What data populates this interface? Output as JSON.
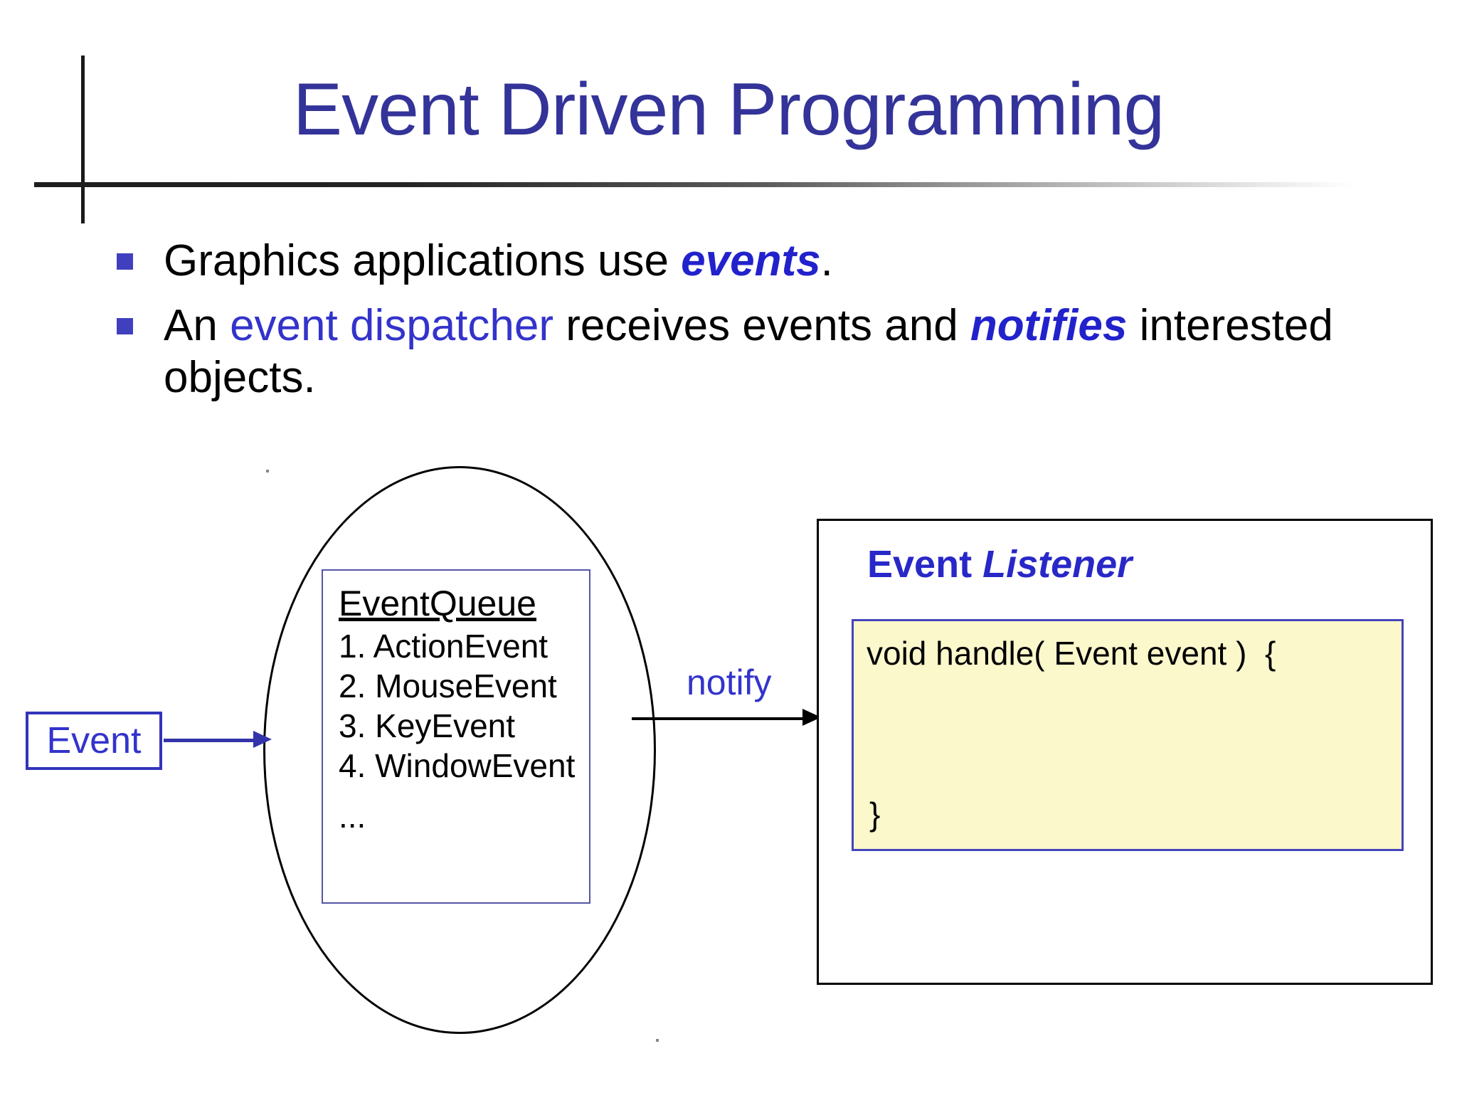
{
  "slide": {
    "title": "Event Driven Programming",
    "title_color": "#333399",
    "accent_blue": "#3333cc",
    "bullet_marker_color": "#4040bf",
    "code_box_fill": "#fbf8cc"
  },
  "bullets": [
    {
      "marker": "square-bullet-icon",
      "segments": [
        {
          "text": "Graphics applications use ",
          "style": "plain"
        },
        {
          "text": "events",
          "style": "blue-bold-italic"
        },
        {
          "text": ".",
          "style": "plain"
        }
      ],
      "plain_text": "Graphics applications use events."
    },
    {
      "marker": "square-bullet-icon",
      "segments": [
        {
          "text": "An ",
          "style": "plain"
        },
        {
          "text": "event dispatcher",
          "style": "blue"
        },
        {
          "text": " receives events and ",
          "style": "plain"
        },
        {
          "text": "notifies",
          "style": "blue-bold-italic"
        },
        {
          "text": " interested objects.",
          "style": "plain"
        }
      ],
      "plain_text": "An event dispatcher receives events and notifies interested objects."
    }
  ],
  "diagram": {
    "event_box": {
      "label": "Event",
      "text_color": "#3333cc",
      "border_color": "#3333bb"
    },
    "event_arrow": {
      "name": "event-to-queue-arrow",
      "color": "#3333aa",
      "label": ""
    },
    "dispatcher_ellipse": {
      "name": "event-dispatcher-ellipse",
      "border_color": "#000000"
    },
    "queue": {
      "title": "EventQueue",
      "items": [
        "1. ActionEvent",
        "2. MouseEvent",
        "3. KeyEvent",
        "4. WindowEvent"
      ],
      "ellipsis": "...",
      "border_color": "#5555aa"
    },
    "notify_arrow": {
      "label": "notify",
      "label_color": "#3333cc",
      "color": "#000000"
    },
    "listener": {
      "title_plain": "Event",
      "title_italic": "Listener",
      "title_color": "#2828c8",
      "border_color": "#000000",
      "code": {
        "open_line": "void handle( Event event )  {",
        "close_line": "}",
        "fill": "#fbf8cc",
        "border_color": "#4444bb"
      }
    }
  }
}
